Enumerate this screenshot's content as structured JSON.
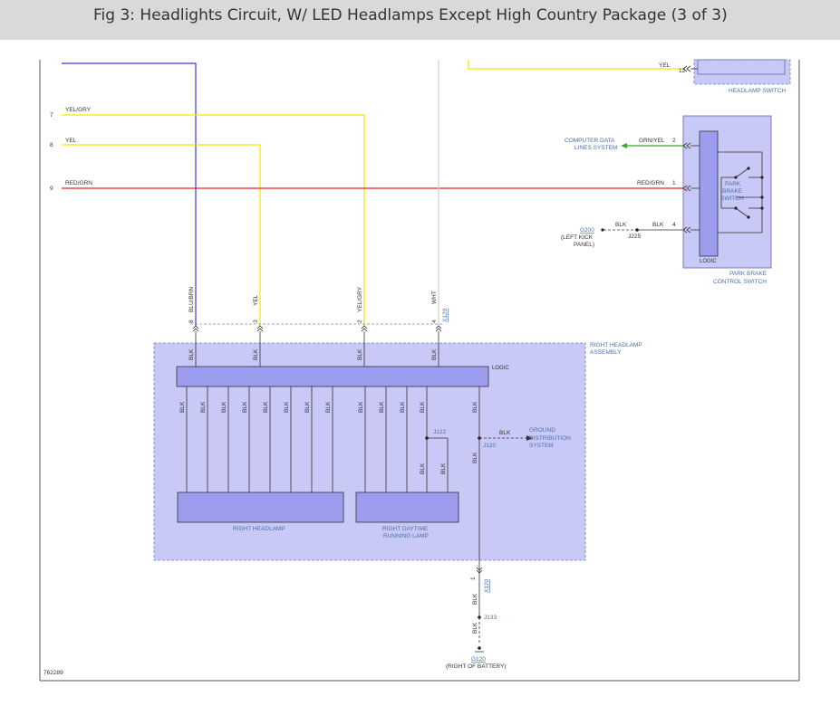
{
  "header": {
    "title": "Fig 3: Headlights Circuit, W/ LED Headlamps Except High Country Package (3 of 3)"
  },
  "figure_id": "762289",
  "left_pins": [
    {
      "num": "7",
      "wire": "YEL/GRY"
    },
    {
      "num": "8",
      "wire": "YEL"
    },
    {
      "num": "9",
      "wire": "RED/GRN"
    }
  ],
  "headlamp_switch": {
    "label": "HEADLAMP SWITCH",
    "wire": "YEL",
    "pin": "12"
  },
  "park_brake": {
    "label_line1": "PARK BRAKE",
    "label_line2": "CONTROL SWITCH",
    "logic": "LOGIC",
    "switch_line1": "PARK",
    "switch_line2": "BRAKE",
    "switch_line3": "SWITCH",
    "pins": [
      {
        "num": "2",
        "wire": "GRN/YEL"
      },
      {
        "num": "1",
        "wire": "RED/GRN"
      },
      {
        "num": "4",
        "wire": "BLK"
      }
    ]
  },
  "computer_data": {
    "line1": "COMPUTER DATA",
    "line2": "LINES SYSTEM"
  },
  "g200": {
    "name": "G200",
    "line2": "(LEFT KICK",
    "line3": "PANEL)",
    "wire": "BLK",
    "splice": "J225"
  },
  "connector_top": [
    {
      "wire": "BLU/BRN",
      "pin": "8"
    },
    {
      "wire": "YEL",
      "pin": "3"
    },
    {
      "wire": "YEL/GRY",
      "pin": "2"
    },
    {
      "wire": "WHT",
      "pin": "4"
    }
  ],
  "connector_ref": "X120",
  "assembly": {
    "label_line1": "RIGHT HEADLAMP",
    "label_line2": "ASSEMBLY",
    "logic": "LOGIC",
    "headlamp": "RIGHT HEADLAMP",
    "drl_line1": "RIGHT DAYTIME",
    "drl_line2": "RUNNING LAMP",
    "wire_blk": "BLK",
    "splice_j122": "J122",
    "splice_j120": "J120"
  },
  "ground_dist": {
    "line1": "GROUND",
    "line2": "DISTRIBUTION",
    "line3": "SYSTEM",
    "wire": "BLK"
  },
  "bottom": {
    "pin": "1",
    "connector": "X120",
    "wire": "BLK",
    "splice": "J133",
    "ground": "G120",
    "ground_desc": "(RIGHT OF BATTERY)"
  },
  "colors": {
    "blue_wire": "#3a3ad6",
    "yellow_wire": "#f2e600",
    "red_wire": "#e8231f",
    "green_wire": "#3aa82a",
    "component_fill": "#c9c9f7",
    "block_fill": "#9d9df0"
  }
}
